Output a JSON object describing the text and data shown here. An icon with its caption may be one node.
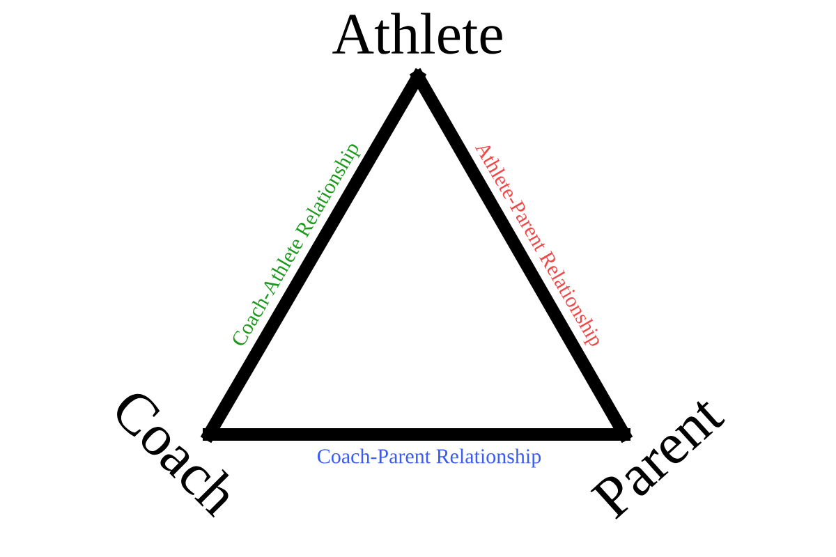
{
  "diagram": {
    "nodes": [
      {
        "text": [
          "Athlete"
        ]
      },
      {
        "text": [
          "Coach"
        ]
      },
      {
        "text": [
          "Parent"
        ]
      }
    ],
    "edges": [
      {
        "from": 1,
        "to": 0,
        "arrow": "none",
        "label": "Coach-Athlete Relationship"
      },
      {
        "from": 0,
        "to": 2,
        "arrow": "none",
        "label": "Athlete-Parent Relationship"
      },
      {
        "from": 1,
        "to": 2,
        "arrow": "none",
        "label": "Coach-Parent Relationship"
      }
    ]
  }
}
